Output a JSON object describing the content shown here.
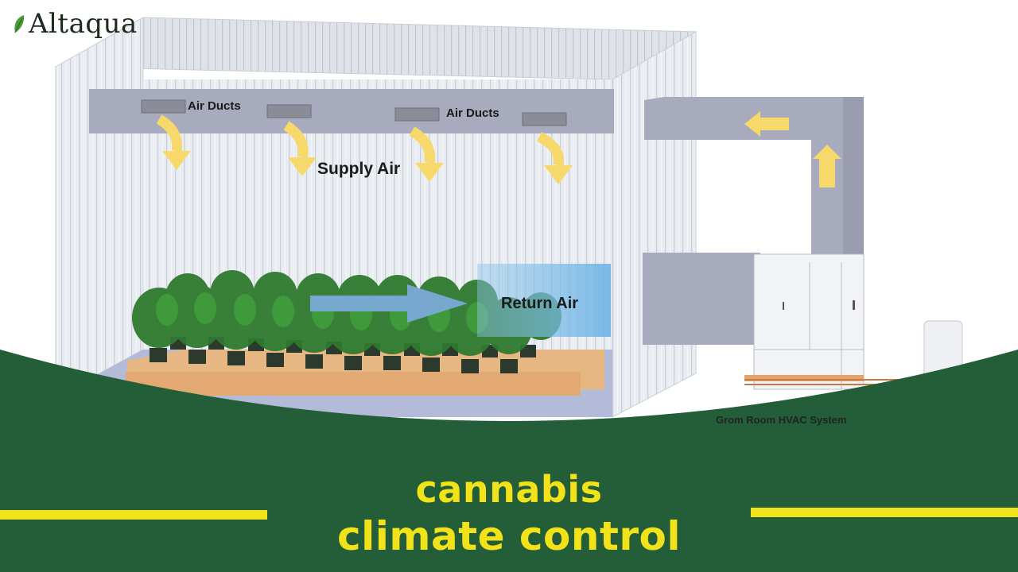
{
  "brand": {
    "logo_text": "Altaqua",
    "logo_icon": "leaf-icon"
  },
  "diagram": {
    "labels": {
      "air_ducts_1": "Air Ducts",
      "air_ducts_2": "Air Ducts",
      "supply_air": "Supply Air",
      "return_air": "Return Air",
      "hvac_system": "Grom Room HVAC System"
    }
  },
  "banner": {
    "line1": "cannabis",
    "line2": "climate control"
  },
  "colors": {
    "banner_green": "#245e38",
    "title_yellow": "#f2e21a",
    "arrow_yellow": "#f7d96b",
    "return_blue": "#5aa8de"
  }
}
